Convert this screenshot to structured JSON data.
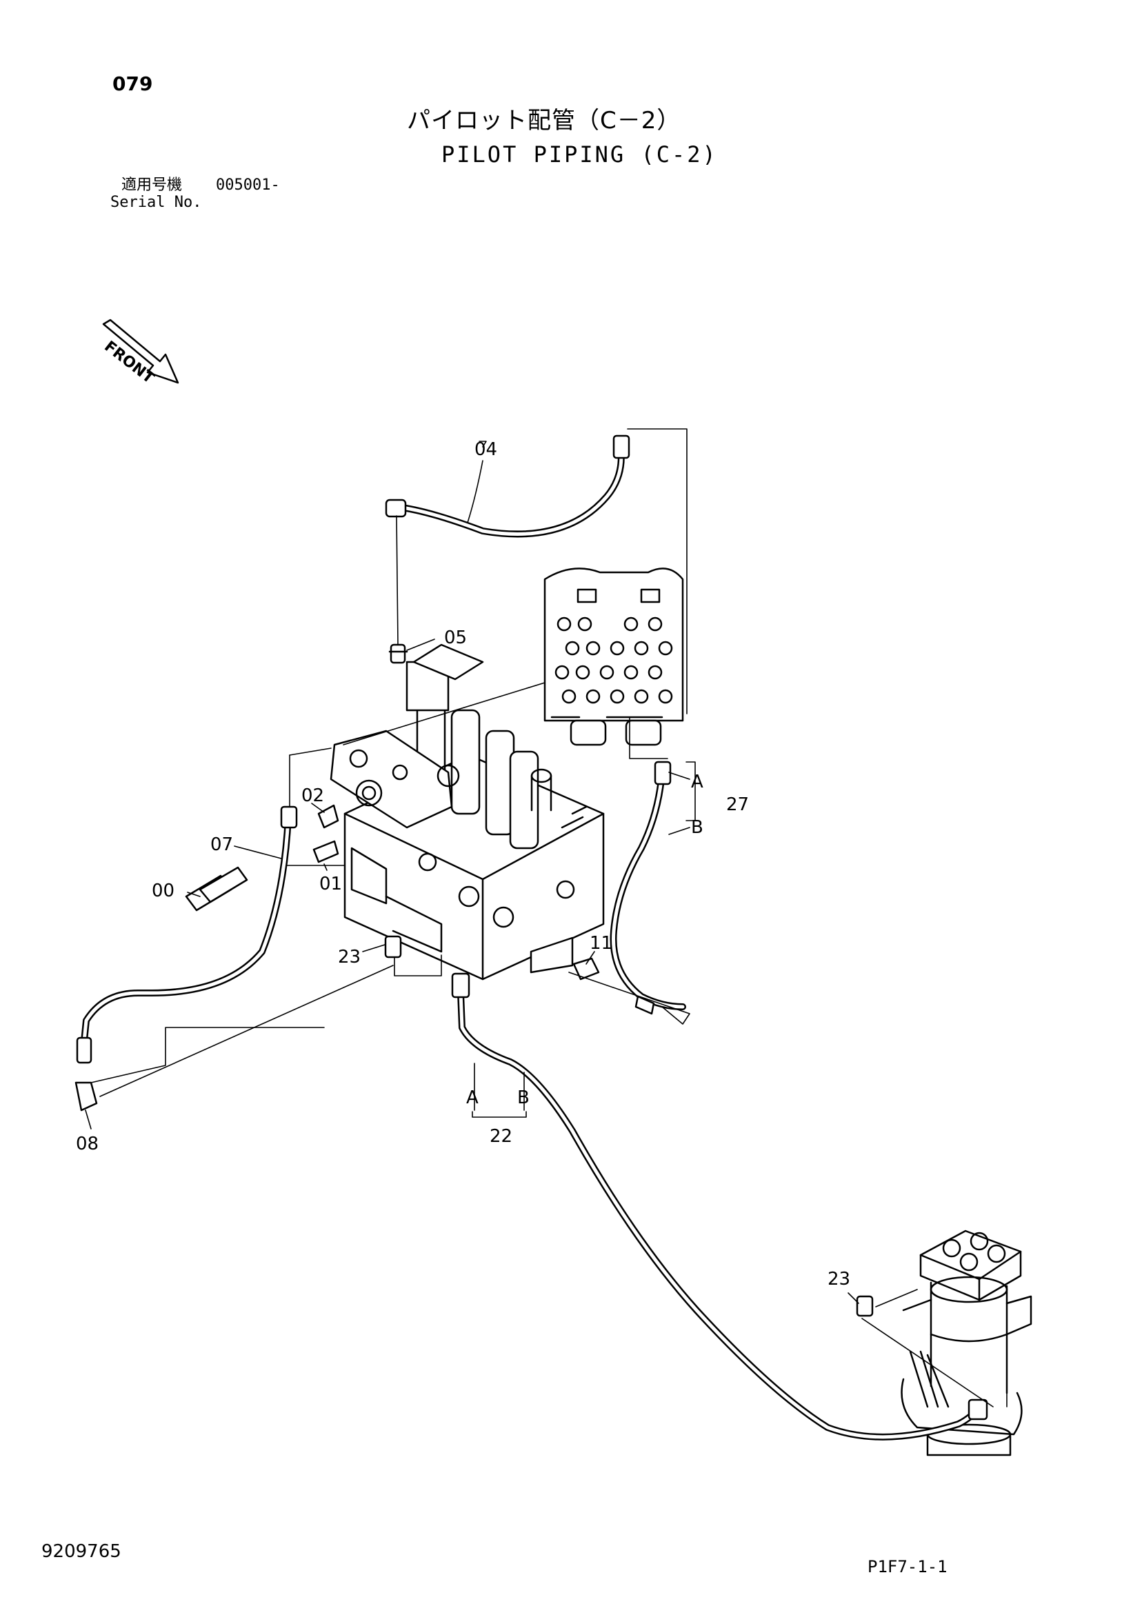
{
  "header": {
    "page_number": "079",
    "title_ja": "パイロット配管（C－2）",
    "title_en": "PILOT PIPING (C-2)",
    "serial_label_ja": "適用号機",
    "serial_value": "005001-",
    "serial_label_en": "Serial No."
  },
  "front_arrow_label": "FRONT",
  "callouts": {
    "c04": "04",
    "c05": "05",
    "c02": "02",
    "c07": "07",
    "c00": "00",
    "c01": "01",
    "c23_top": "23",
    "c11": "11",
    "c08": "08",
    "c27": "27",
    "c27_a": "A",
    "c27_b": "B",
    "c22": "22",
    "c22_a": "A",
    "c22_b": "B",
    "c23_bottom": "23"
  },
  "footer": {
    "doc_number": "9209765",
    "figure_ref": "P1F7-1-1"
  }
}
